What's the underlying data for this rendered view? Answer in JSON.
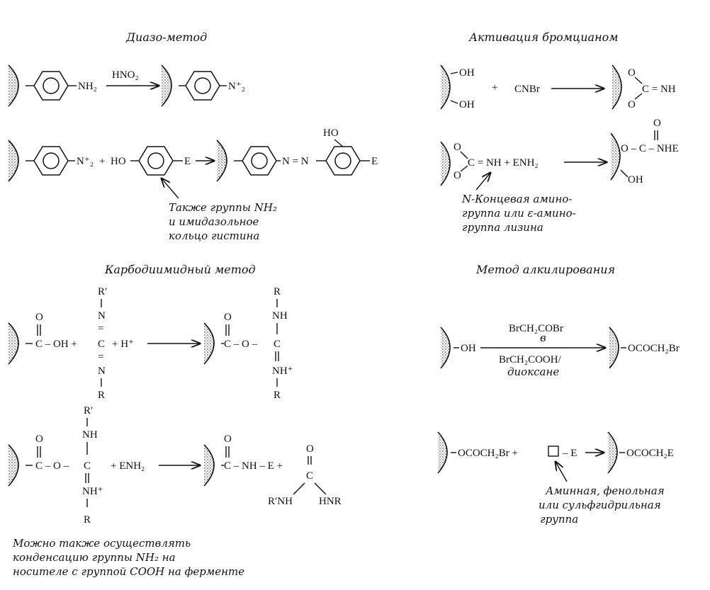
{
  "headings": {
    "diazo": "Диазо-метод",
    "cnbr": "Активация бромцианом",
    "carbodiimide": "Карбодиимидный метод",
    "alkylation": "Метод алкилирования"
  },
  "diazo": {
    "r1_nh2": "NH₂",
    "r1_reagent": "HNO₂",
    "r1_product": "N⁺₂",
    "r2_n2": "N⁺₂",
    "r2_ho": "HO",
    "r2_e": "E",
    "r2_ho_top": "HO",
    "r2_azo": "N = N",
    "r2_e2": "E",
    "note_line1": "Также группы NH₂",
    "note_line2": "и имидазольное",
    "note_line3": "кольцо гистина"
  },
  "cnbr": {
    "oh_top": "OH",
    "oh_bottom": "OH",
    "plus": "+",
    "reagent": "CNBr",
    "o_top": "O",
    "o_bottom": "O",
    "c_imine": "C = NH",
    "r2_o_top": "O",
    "r2_o_bottom": "O",
    "r2_left": "C = NH + ENH₂",
    "r2_carbonyl_o": "O",
    "r2_product": "O – C – NHE",
    "r2_oh": "OH",
    "note_line1": "N-Концевая амино-",
    "note_line2": "группа или ε-амино-",
    "note_line3": "группа лизина"
  },
  "carbodiimide": {
    "r1_o": "O",
    "r1_c_oh": "C – OH +",
    "r1_rprime": "R′",
    "r1_n1": "N",
    "r1_eq1": "=",
    "r1_c": "C",
    "r1_plus_h": "+ H⁺",
    "r1_eq2": "=",
    "r1_n2": "N",
    "r1_r": "R",
    "r1_p_o": "O",
    "r1_p_c": "C – O –",
    "r1_p_c2": "C",
    "r1_p_r": "R",
    "r1_p_nh": "NH",
    "r1_p_nhplus": "NH⁺",
    "r1_p_r2": "R",
    "r2_rprime": "R′",
    "r2_nh": "NH",
    "r2_o": "O",
    "r2_c_o": "C – O –",
    "r2_c": "C",
    "r2_plus_enh2": "+ ENH₂",
    "r2_nhplus": "NH⁺",
    "r2_r": "R",
    "r2_p_o": "O",
    "r2_p_chain": "C – NH – E +",
    "r2_p_o2": "O",
    "r2_p_c": "C",
    "r2_p_rnh": "R′NH",
    "r2_p_hnr": "HNR",
    "note_line1": "Можно также осуществлять",
    "note_line2": "конденсацию группы NH₂ на",
    "note_line3": "носителе с группой COOH на ферменте"
  },
  "alkylation": {
    "oh": "OH",
    "reagent_top": "BrCH₂COBr",
    "reagent_mid": "в",
    "reagent_bottom": "BrCH₂COOH/",
    "reagent_solvent": "диоксане",
    "product": "OCOCH₂Br",
    "r2_start": "OCOCH₂Br +",
    "r2_e": "– E",
    "r2_product": "OCOCH₂E",
    "note_line1": "Аминная, фенольная",
    "note_line2": "или сульфгидрильная",
    "note_line3": "группа"
  }
}
